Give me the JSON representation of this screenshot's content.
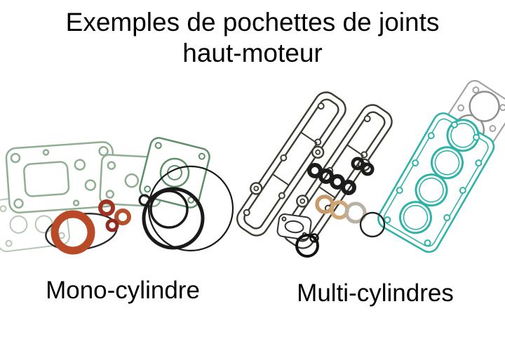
{
  "title": {
    "line1": "Exemples de pochettes de joints",
    "line2": "haut-moteur"
  },
  "captions": {
    "mono": "Mono-cylindre",
    "multi": "Multi-cylindres"
  },
  "colors": {
    "background": "#ffffff",
    "text": "#000000",
    "pale_green_gasket": "#8fae92",
    "dark_green_gasket": "#5d8f68",
    "teal_gasket": "#2fb3a8",
    "gray_gasket": "#a3a3a3",
    "orange_gasket": "#b84a28",
    "red_grommet": "#a03224",
    "copper_washer": "#c89a6a",
    "rubber_black": "#1a1a1a",
    "valve_cover_line": "#3c3c32"
  }
}
